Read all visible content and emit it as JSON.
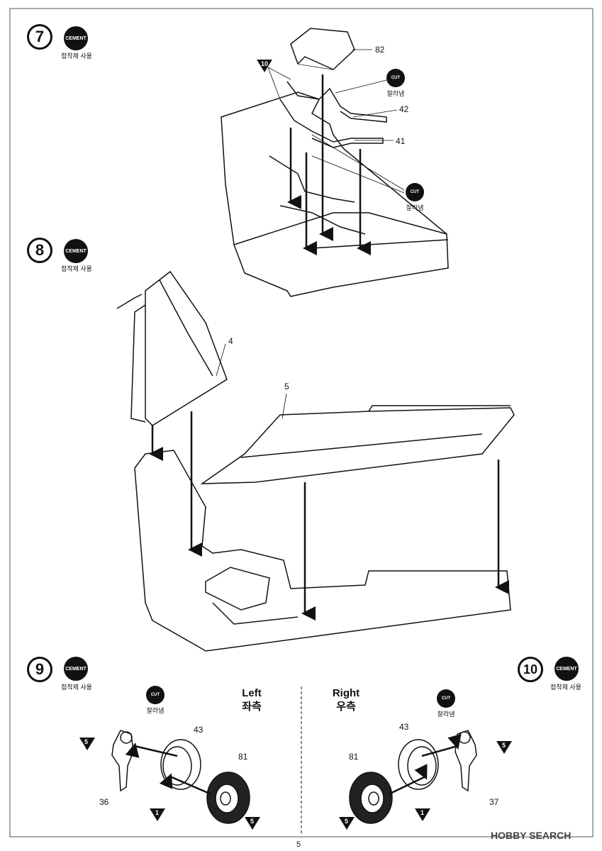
{
  "page_number": "5",
  "watermark": "HOBBY SEARCH",
  "steps": [
    {
      "number": "7",
      "badge": "CEMENT",
      "caption": "접착제 사용"
    },
    {
      "number": "8",
      "badge": "CEMENT",
      "caption": "접착제 사용"
    },
    {
      "number": "9",
      "badge": "CEMENT",
      "caption": "접착제 사용"
    },
    {
      "number": "10",
      "badge": "CEMENT",
      "caption": "접착제 사용"
    }
  ],
  "cut_badge": {
    "label": "CUT",
    "caption": "잘라냄"
  },
  "part_numbers": {
    "p82": "82",
    "p42": "42",
    "p41": "41",
    "p4": "4",
    "p5": "5",
    "p43": "43",
    "p81": "81",
    "p36": "36",
    "p37": "37"
  },
  "color_refs": {
    "c10": "10",
    "c5": "5",
    "c1": "1"
  },
  "sides": {
    "left_en": "Left",
    "left_ko": "좌측",
    "right_en": "Right",
    "right_ko": "우측"
  },
  "colors": {
    "ink": "#111111",
    "paper": "#ffffff"
  }
}
